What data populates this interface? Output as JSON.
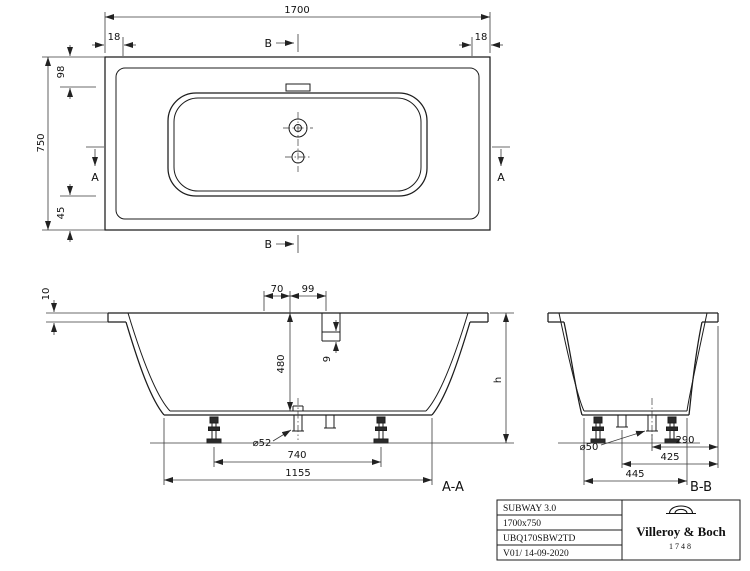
{
  "drawing": {
    "top_view": {
      "dim_length_total": "1700",
      "dim_rim_offset_left": "18",
      "dim_rim_offset_right": "18",
      "dim_front_edge": "98",
      "dim_width_total": "750",
      "dim_back_edge": "45",
      "section_mark_b": "B",
      "section_mark_a": "A"
    },
    "section_aa": {
      "label": "A-A",
      "dim_rim_thickness": "10",
      "dim_overflow_offset": "70",
      "dim_overflow_width": "99",
      "dim_inner_depth": "480",
      "dim_slot_depth": "9",
      "dim_drain_diameter": "⌀52",
      "dim_feet_spacing": "740",
      "dim_bottom_length": "1155",
      "dim_total_height": "h"
    },
    "section_bb": {
      "label": "B-B",
      "dim_drain_diameter": "⌀50",
      "dim_drain_to_edge": "290",
      "dim_overflow_to_edge": "425",
      "dim_bottom_width": "445"
    }
  },
  "title_block": {
    "product_name": "SUBWAY 3.0",
    "dimensions": "1700x750",
    "article_number": "UBQ170SBW2TD",
    "version_date": "V01/ 14-09-2020",
    "brand_name": "Villeroy & Boch",
    "brand_year": "1748"
  }
}
